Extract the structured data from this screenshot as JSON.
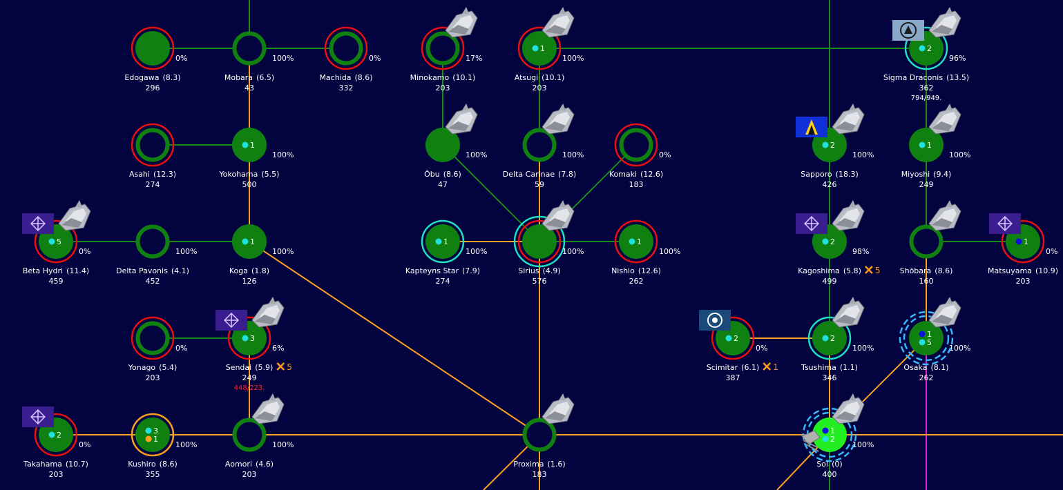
{
  "colors": {
    "background": "#03033f",
    "link_green": "#1a8a1a",
    "link_orange": "#ffa020",
    "link_magenta": "#e020e0",
    "body_green": "#108010",
    "body_bright": "#22ee22",
    "ring_red": "#e81010",
    "ring_cyan": "#20e0c0",
    "ring_blue": "#38b8ff",
    "ring_orange": "#ffa020",
    "dot_cyan": "#20e0e0",
    "dot_blue": "#1010e0",
    "dot_orange": "#ffa020",
    "text": "#ffffff",
    "text_red": "#ff2020",
    "marker": "#ff9a1a"
  },
  "systems": [
    {
      "id": "edogawa",
      "name": "Edogawa",
      "value": "(8.3)",
      "pop": "296",
      "percent": "0%",
      "ring": "red",
      "body": "solid",
      "counts": []
    },
    {
      "id": "mobara",
      "name": "Mobara",
      "value": "(6.5)",
      "pop": "43",
      "percent": "100%",
      "ring": "none",
      "body": "hollow",
      "counts": []
    },
    {
      "id": "machida",
      "name": "Machida",
      "value": "(8.6)",
      "pop": "332",
      "percent": "0%",
      "ring": "red",
      "body": "hollow",
      "counts": []
    },
    {
      "id": "minokamo",
      "name": "Minokamo",
      "value": "(10.1)",
      "pop": "203",
      "percent": "17%",
      "ring": "red",
      "body": "hollow",
      "counts": [],
      "fleet": true
    },
    {
      "id": "atsugi",
      "name": "Atsugi",
      "value": "(10.1)",
      "pop": "203",
      "percent": "100%",
      "ring": "red",
      "body": "solid",
      "counts": [
        {
          "n": "1",
          "dot": "cyan"
        }
      ],
      "fleet": true
    },
    {
      "id": "sigma-draconis",
      "name": "Sigma Draconis",
      "value": "(13.5)",
      "pop": "362",
      "percent": "96%",
      "ring": "cyan",
      "body": "solid",
      "counts": [
        {
          "n": "2",
          "dot": "cyan"
        }
      ],
      "fleet": true,
      "flag": "grey-emblem",
      "extra": "794/949.",
      "extra_color": "white"
    },
    {
      "id": "asahi",
      "name": "Asahi",
      "value": "(12.3)",
      "pop": "274",
      "percent": "",
      "ring": "red",
      "body": "hollow",
      "counts": []
    },
    {
      "id": "yokohama",
      "name": "Yokohama",
      "value": "(5.5)",
      "pop": "500",
      "percent": "100%",
      "ring": "none",
      "body": "solid",
      "counts": [
        {
          "n": "1",
          "dot": "cyan"
        }
      ]
    },
    {
      "id": "obu",
      "name": "Ōbu",
      "value": "(8.6)",
      "pop": "47",
      "percent": "100%",
      "ring": "none",
      "body": "solid",
      "counts": [],
      "fleet": true
    },
    {
      "id": "delta-carinae",
      "name": "Delta Carinae",
      "value": "(7.8)",
      "pop": "59",
      "percent": "100%",
      "ring": "none",
      "body": "hollow",
      "counts": [],
      "fleet": true
    },
    {
      "id": "komaki",
      "name": "Komaki",
      "value": "(12.6)",
      "pop": "183",
      "percent": "0%",
      "ring": "red",
      "body": "hollow",
      "counts": []
    },
    {
      "id": "sapporo",
      "name": "Sapporo",
      "value": "(18.3)",
      "pop": "426",
      "percent": "100%",
      "ring": "none",
      "body": "solid",
      "counts": [
        {
          "n": "2",
          "dot": "cyan"
        }
      ],
      "fleet": true,
      "flag": "blue-triangle"
    },
    {
      "id": "miyoshi",
      "name": "Miyoshi",
      "value": "(9.4)",
      "pop": "249",
      "percent": "100%",
      "ring": "none",
      "body": "solid",
      "counts": [
        {
          "n": "1",
          "dot": "cyan"
        }
      ],
      "fleet": true
    },
    {
      "id": "beta-hydri",
      "name": "Beta Hydri",
      "value": "(11.4)",
      "pop": "459",
      "percent": "0%",
      "ring": "red",
      "body": "solid",
      "counts": [
        {
          "n": "5",
          "dot": "cyan"
        }
      ],
      "fleet": true,
      "flag": "purple-cross"
    },
    {
      "id": "delta-pavonis",
      "name": "Delta Pavonis",
      "value": "(4.1)",
      "pop": "452",
      "percent": "100%",
      "ring": "none",
      "body": "hollow",
      "counts": []
    },
    {
      "id": "koga",
      "name": "Koga",
      "value": "(1.8)",
      "pop": "126",
      "percent": "100%",
      "ring": "none",
      "body": "solid",
      "counts": [
        {
          "n": "1",
          "dot": "cyan"
        }
      ]
    },
    {
      "id": "kapteyns-star",
      "name": "Kapteyns Star",
      "value": "(7.9)",
      "pop": "274",
      "percent": "100%",
      "ring": "cyan",
      "body": "solid",
      "counts": [
        {
          "n": "1",
          "dot": "cyan"
        }
      ]
    },
    {
      "id": "sirius",
      "name": "Sirius",
      "value": "(4.9)",
      "pop": "576",
      "percent": "100%",
      "ring": "cyan-red",
      "body": "solid",
      "counts": [],
      "fleet": true
    },
    {
      "id": "nishio",
      "name": "Nishio",
      "value": "(12.6)",
      "pop": "262",
      "percent": "100%",
      "ring": "red",
      "body": "solid",
      "counts": [
        {
          "n": "1",
          "dot": "cyan"
        }
      ]
    },
    {
      "id": "kagoshima",
      "name": "Kagoshima",
      "value": "(5.8)",
      "pop": "499",
      "percent": "98%",
      "ring": "none",
      "body": "solid",
      "counts": [
        {
          "n": "2",
          "dot": "cyan"
        }
      ],
      "fleet": true,
      "flag": "purple-cross",
      "marker": "5"
    },
    {
      "id": "shobara",
      "name": "Shōbara",
      "value": "(8.6)",
      "pop": "160",
      "percent": "",
      "ring": "none",
      "body": "hollow",
      "counts": [],
      "fleet": true
    },
    {
      "id": "matsuyama",
      "name": "Matsuyama",
      "value": "(10.9)",
      "pop": "203",
      "percent": "0%",
      "ring": "red",
      "body": "solid",
      "counts": [
        {
          "n": "1",
          "dot": "blue"
        }
      ],
      "flag": "purple-cross"
    },
    {
      "id": "yonago",
      "name": "Yonago",
      "value": "(5.4)",
      "pop": "203",
      "percent": "0%",
      "ring": "red",
      "body": "hollow",
      "counts": []
    },
    {
      "id": "sendai",
      "name": "Sendai",
      "value": "(5.9)",
      "pop": "249",
      "percent": "6%",
      "ring": "red",
      "body": "solid",
      "counts": [
        {
          "n": "3",
          "dot": "cyan"
        }
      ],
      "fleet": true,
      "flag": "purple-cross",
      "marker": "5",
      "extra": "448/223.",
      "extra_color": "red"
    },
    {
      "id": "scimitar",
      "name": "Scimitar",
      "value": "(6.1)",
      "pop": "387",
      "percent": "0%",
      "ring": "red",
      "body": "solid",
      "counts": [
        {
          "n": "2",
          "dot": "cyan"
        }
      ],
      "flag": "navy-emblem",
      "marker": "1"
    },
    {
      "id": "tsushima",
      "name": "Tsushima",
      "value": "(1.1)",
      "pop": "346",
      "percent": "100%",
      "ring": "cyan",
      "body": "solid",
      "counts": [
        {
          "n": "2",
          "dot": "cyan"
        }
      ],
      "fleet": true
    },
    {
      "id": "osaka",
      "name": "Osaka",
      "value": "(8.1)",
      "pop": "262",
      "percent": "100%",
      "ring": "blue-dash",
      "body": "solid",
      "counts": [
        {
          "n": "1",
          "dot": "blue"
        },
        {
          "n": "5",
          "dot": "cyan"
        }
      ],
      "fleet": true
    },
    {
      "id": "takahama",
      "name": "Takahama",
      "value": "(10.7)",
      "pop": "203",
      "percent": "0%",
      "ring": "red",
      "body": "solid",
      "counts": [
        {
          "n": "2",
          "dot": "cyan"
        }
      ],
      "flag": "purple-cross"
    },
    {
      "id": "kushiro",
      "name": "Kushiro",
      "value": "(8.6)",
      "pop": "355",
      "percent": "100%",
      "ring": "orange",
      "body": "solid",
      "counts": [
        {
          "n": "3",
          "dot": "cyan"
        },
        {
          "n": "1",
          "dot": "orange"
        }
      ]
    },
    {
      "id": "aomori",
      "name": "Aomori",
      "value": "(4.6)",
      "pop": "203",
      "percent": "100%",
      "ring": "none",
      "body": "hollow",
      "counts": [],
      "fleet": true
    },
    {
      "id": "proxima",
      "name": "Proxima",
      "value": "(1.6)",
      "pop": "183",
      "percent": "",
      "ring": "none",
      "body": "hollow",
      "counts": [],
      "fleet": true
    },
    {
      "id": "sol",
      "name": "Sol",
      "value": "(0)",
      "pop": "400",
      "percent": "100%",
      "ring": "blue-dash",
      "body": "bright",
      "counts": [
        {
          "n": "1",
          "dot": "blue"
        },
        {
          "n": "2",
          "dot": "cyan"
        }
      ],
      "fleet": true
    }
  ]
}
